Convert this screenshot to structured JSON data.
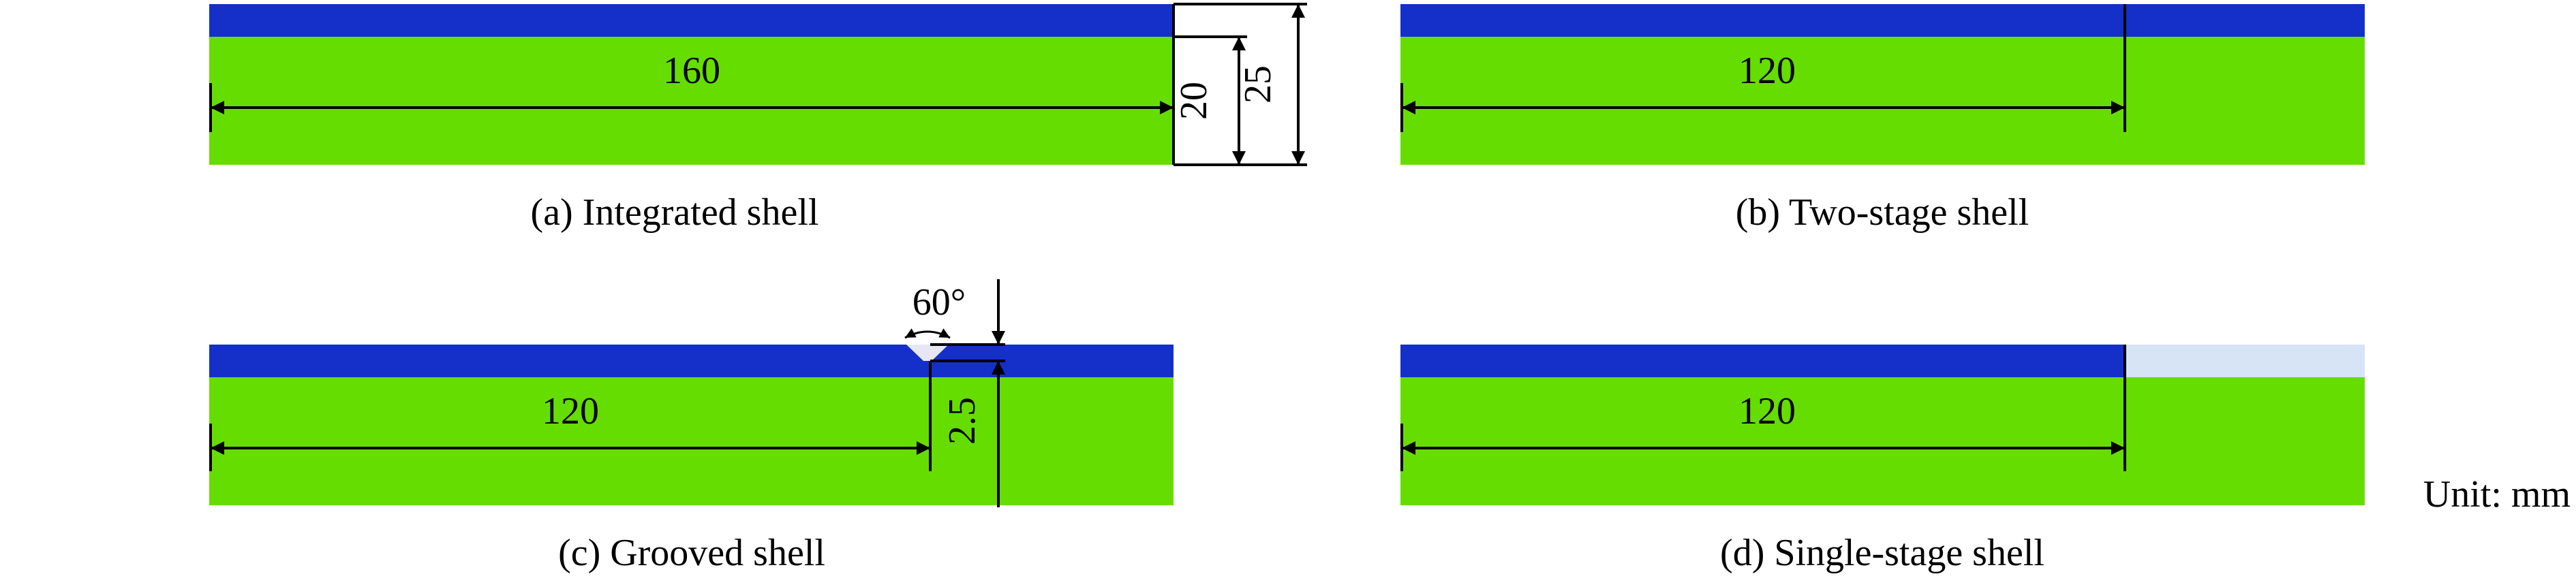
{
  "colors": {
    "steel": "#1430c8",
    "charge": "#66dd00",
    "groove": "#e6e6f4",
    "removed": "#d6e4f6",
    "line": "#000000",
    "background": "#ffffff"
  },
  "panels": {
    "a": {
      "caption": "(a) Integrated shell",
      "dim_length": "160",
      "dim_inner": "20",
      "dim_outer": "25"
    },
    "b": {
      "caption": "(b) Two-stage shell",
      "dim_length": "120"
    },
    "c": {
      "caption": "(c) Grooved shell",
      "dim_length": "120",
      "dim_angle": "60°",
      "dim_depth": "2.5"
    },
    "d": {
      "caption": "(d) Single-stage shell",
      "dim_length": "120"
    }
  },
  "unit_label": "Unit: mm"
}
